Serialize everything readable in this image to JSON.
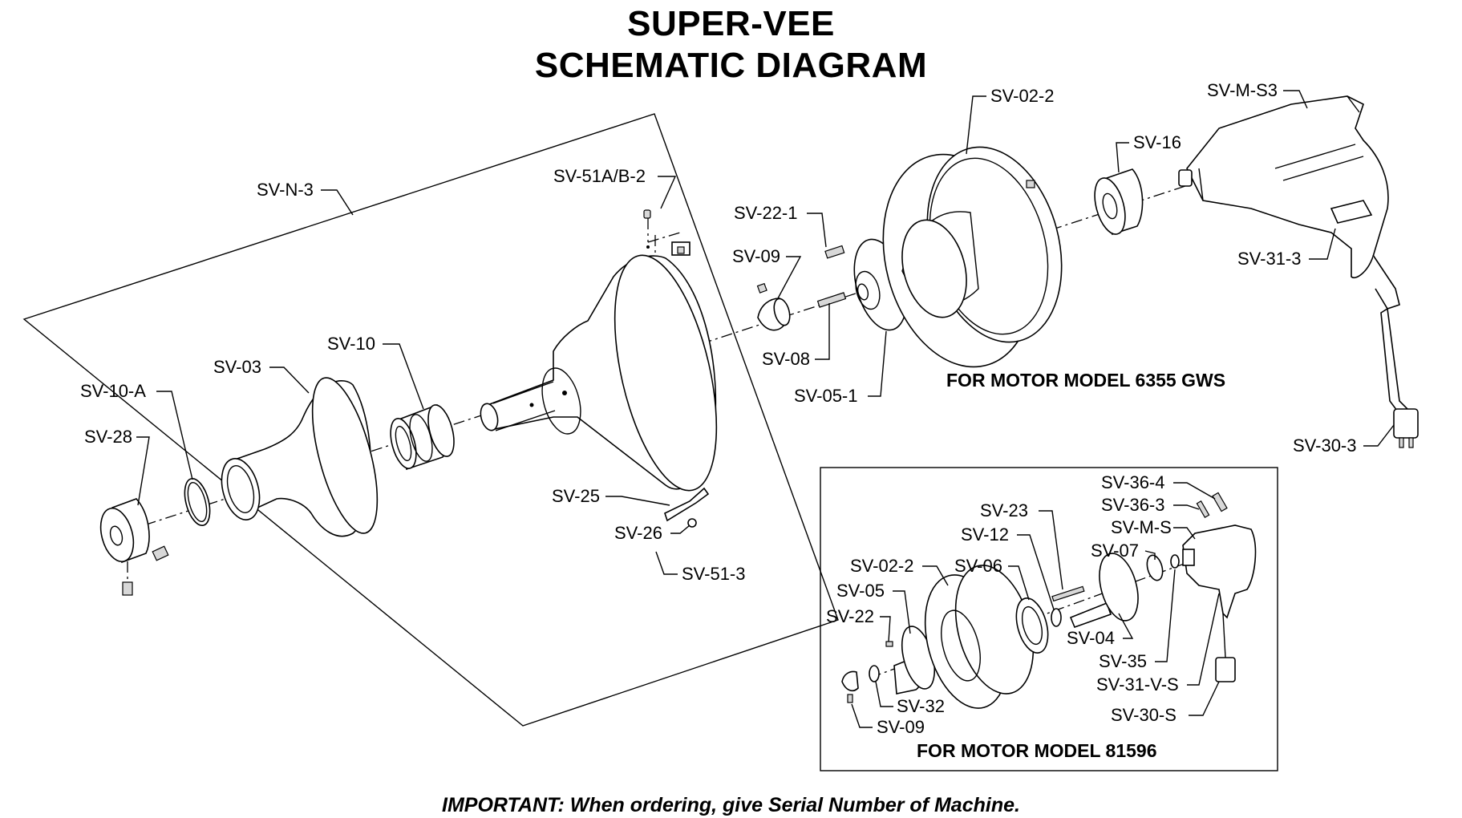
{
  "title": {
    "line1": "SUPER-VEE",
    "line2": "SCHEMATIC DIAGRAM"
  },
  "sections": {
    "motor_6355": "FOR MOTOR MODEL 6355 GWS",
    "motor_81596": "FOR MOTOR MODEL 81596"
  },
  "labels": {
    "sv_n_3": "SV-N-3",
    "sv_51ab_2": "SV-51A/B-2",
    "sv_22_1": "SV-22-1",
    "sv_09_top": "SV-09",
    "sv_08": "SV-08",
    "sv_05_1": "SV-05-1",
    "sv_02_2_top": "SV-02-2",
    "sv_16": "SV-16",
    "sv_m_s3": "SV-M-S3",
    "sv_31_3": "SV-31-3",
    "sv_30_3": "SV-30-3",
    "sv_10": "SV-10",
    "sv_03": "SV-03",
    "sv_10_a": "SV-10-A",
    "sv_28": "SV-28",
    "sv_25": "SV-25",
    "sv_26": "SV-26",
    "sv_51_3": "SV-51-3",
    "sv_36_4": "SV-36-4",
    "sv_36_3": "SV-36-3",
    "sv_m_s": "SV-M-S",
    "sv_23": "SV-23",
    "sv_12": "SV-12",
    "sv_07": "SV-07",
    "sv_02_2_box": "SV-02-2",
    "sv_06": "SV-06",
    "sv_05": "SV-05",
    "sv_22": "SV-22",
    "sv_04": "SV-04",
    "sv_35": "SV-35",
    "sv_31_v_s": "SV-31-V-S",
    "sv_32": "SV-32",
    "sv_09_box": "SV-09",
    "sv_30_s": "SV-30-S"
  },
  "footer": "IMPORTANT: When ordering, give Serial Number of Machine."
}
